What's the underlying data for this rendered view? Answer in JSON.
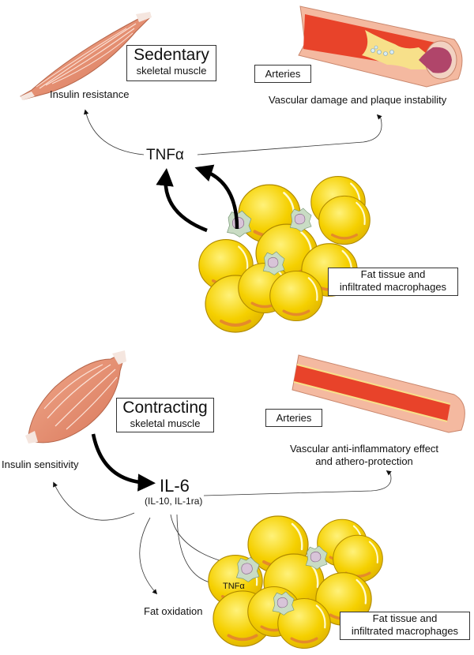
{
  "top_panel": {
    "muscle_box": {
      "title": "Sedentary",
      "subtitle": "skeletal muscle"
    },
    "muscle_effect": "Insulin resistance",
    "arteries_box": "Arteries",
    "arteries_effect": "Vascular damage and plaque instability",
    "cytokine": "TNFα",
    "fat_box": {
      "line1": "Fat tissue and",
      "line2": "infiltrated macrophages"
    }
  },
  "bottom_panel": {
    "muscle_box": {
      "title": "Contracting",
      "subtitle": "skeletal muscle"
    },
    "muscle_effect": "Insulin sensitivity",
    "cytokine": "IL-6",
    "cytokine_sub": "(IL-10, IL-1ra)",
    "arteries_box": "Arteries",
    "arteries_effect": {
      "line1": "Vascular anti-inflammatory effect",
      "line2": "and athero-protection"
    },
    "fat_effect": "Fat oxidation",
    "inhibited": "TNFα",
    "fat_box": {
      "line1": "Fat tissue and",
      "line2": "infiltrated macrophages"
    }
  },
  "colors": {
    "muscle": "#e0896a",
    "artery_wall": "#f4b9a0",
    "blood": "#e8432a",
    "plaque": "#f7e08a",
    "fat": "#f5d000",
    "macrophage": "#c9dcc4",
    "nucleus": "#d8c4d8"
  }
}
